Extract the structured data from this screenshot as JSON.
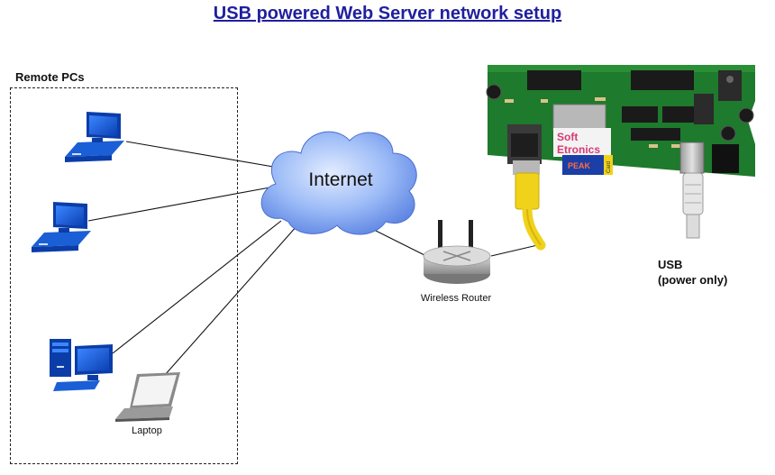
{
  "title": "USB powered Web Server network setup",
  "remote_pcs_label": "Remote PCs",
  "internet_label": "Internet",
  "router_label": "Wireless Router",
  "laptop_label": "Laptop",
  "usb_label": "USB",
  "usb_sublabel": "(power only)",
  "board": {
    "brand_line1": "Soft",
    "brand_line2": "Etronics",
    "card_text": "PEAK",
    "card_side": "Card"
  },
  "colors": {
    "title": "#1f1f9e",
    "pc_blue": "#1a5fd6",
    "cloud_blue": "#8fb3f5",
    "board_green": "#1e7a2c",
    "cable_yellow": "#f0d21a",
    "brand_pink": "#d63a73"
  }
}
